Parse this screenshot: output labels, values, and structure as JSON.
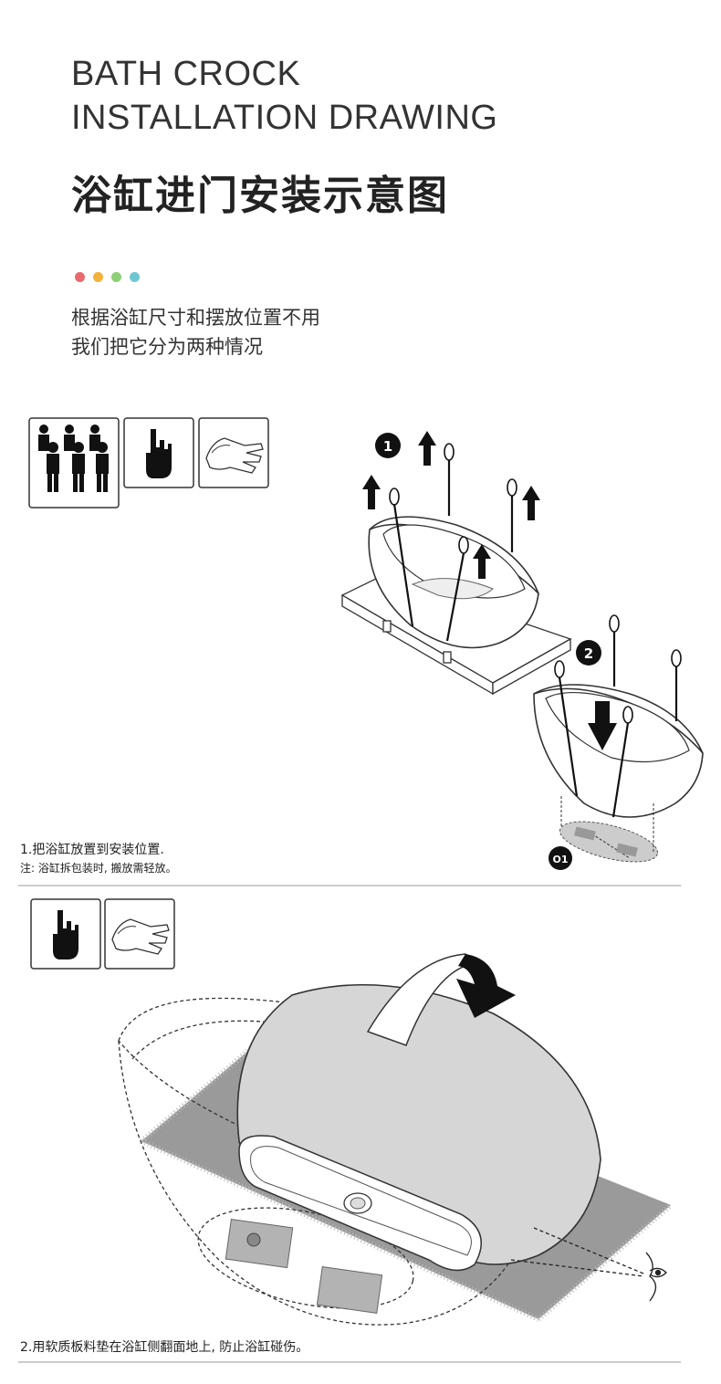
{
  "header": {
    "title_en_line1": "BATH CROCK",
    "title_en_line2": "INSTALLATION DRAWING",
    "title_cn": "浴缸进门安装示意图"
  },
  "dots": [
    "#e86a6f",
    "#f2b23c",
    "#8ccf77",
    "#6fc7d1"
  ],
  "intro": {
    "line1": "根据浴缸尺寸和摆放位置不用",
    "line2": "我们把它分为两种情况"
  },
  "step1": {
    "badge_1": "1",
    "badge_2": "2",
    "badge_o1": "O1",
    "caption": "1.把浴缸放置到安装位置.",
    "note": "注: 浴缸拆包装时, 搬放需轻放。",
    "icons": [
      "people-group-icon",
      "hand-icon",
      "gloves-icon"
    ]
  },
  "step2": {
    "caption": "2.用软质板料垫在浴缸侧翻面地上, 防止浴缸碰伤。",
    "icons": [
      "hand-icon",
      "gloves-icon"
    ]
  }
}
